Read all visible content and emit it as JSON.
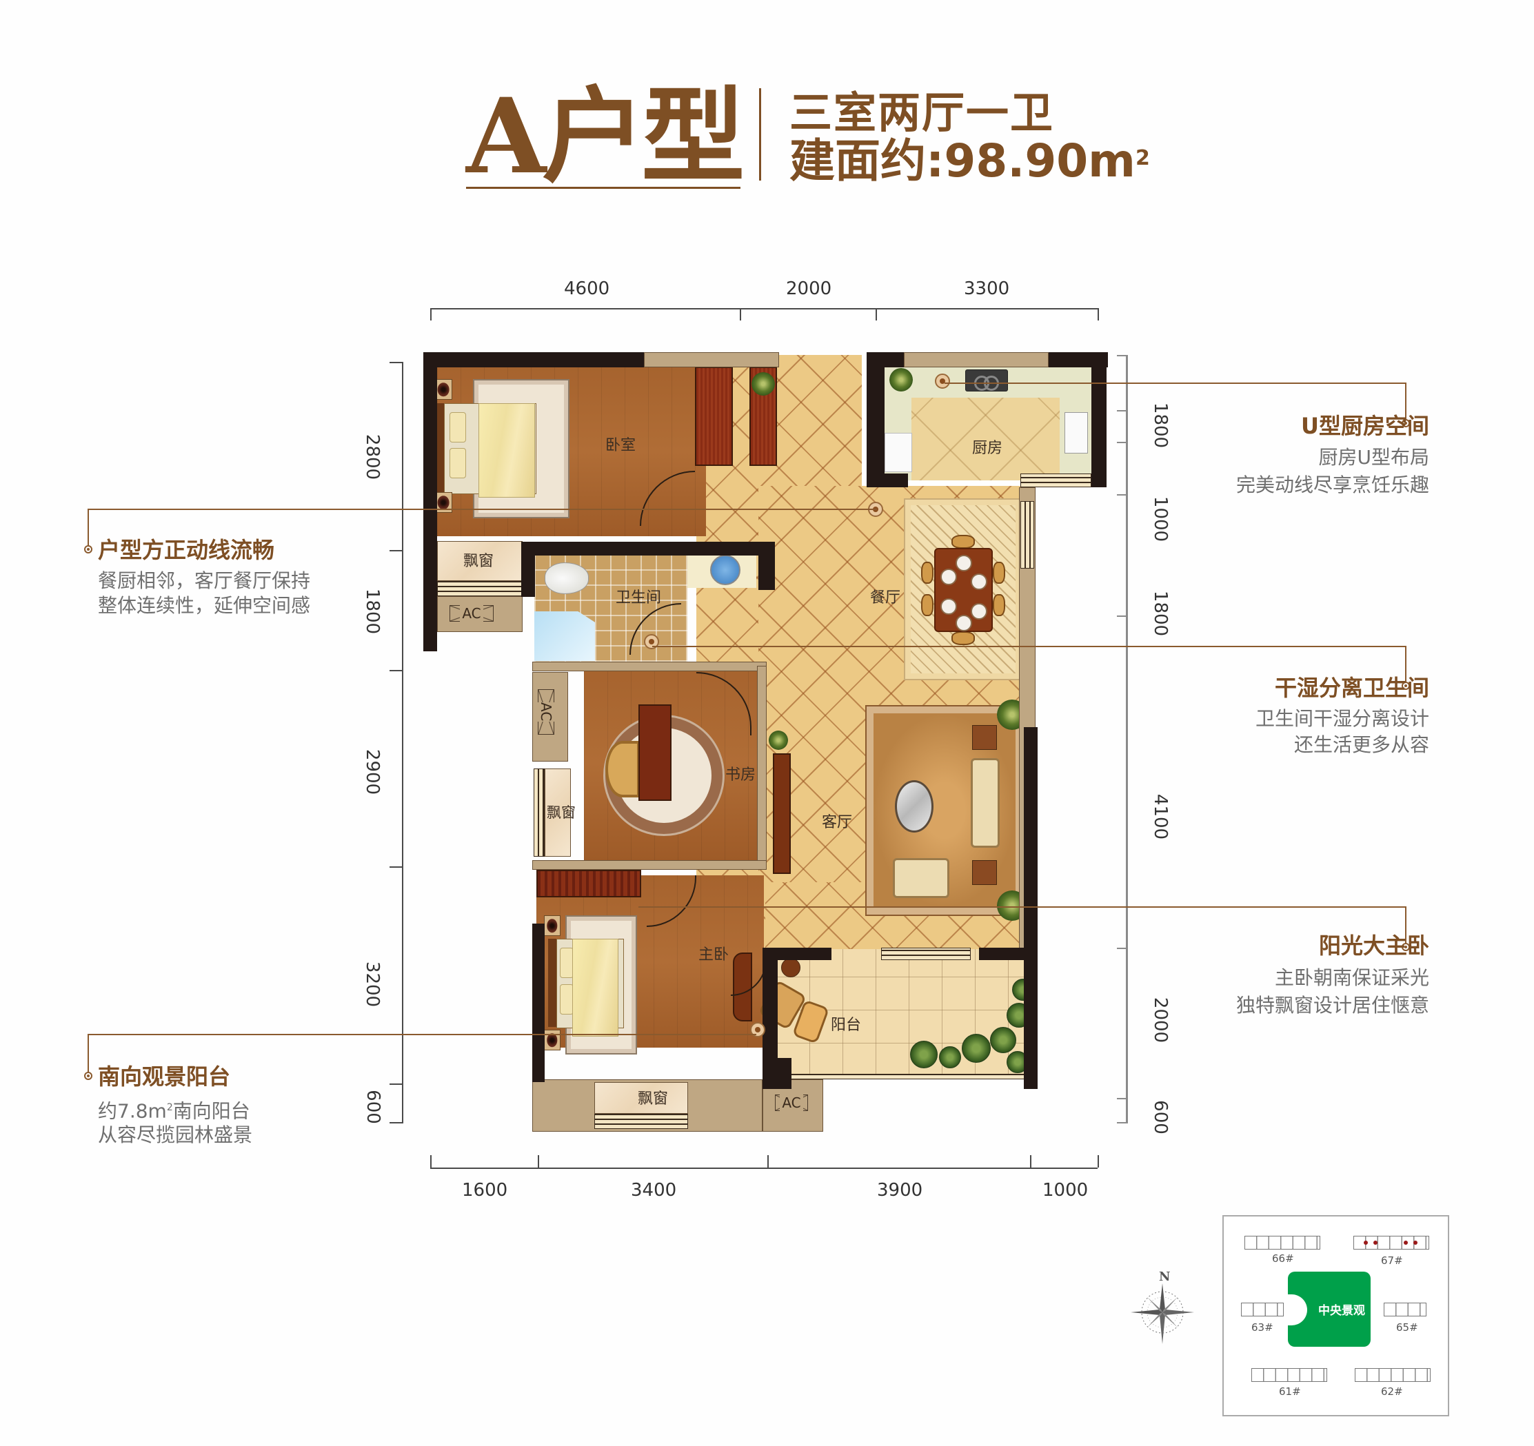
{
  "header": {
    "unit_type": "A户型",
    "layout": "三室两厅一卫",
    "area_label": "建面约:",
    "area_value": "98.90m",
    "area_unit_sup": "2"
  },
  "dimensions": {
    "top": [
      "4600",
      "2000",
      "3300"
    ],
    "bottom": [
      "1600",
      "3400",
      "3900",
      "1000"
    ],
    "left": [
      "2800",
      "1800",
      "2900",
      "3200",
      "600"
    ],
    "right": [
      "1800",
      "1000",
      "1800",
      "4100",
      "2000",
      "600"
    ]
  },
  "rooms": {
    "bedroom": "卧室",
    "bay_window_1": "飘窗",
    "ac_1": "AC",
    "bathroom": "卫生间",
    "kitchen": "厨房",
    "dining": "餐厅",
    "ac_2": "AC",
    "bay_window_2": "飘窗",
    "study": "书房",
    "living": "客厅",
    "master_bedroom": "主卧",
    "balcony": "阳台",
    "bay_window_3": "飘窗",
    "ac_3": "AC"
  },
  "annotations": {
    "left": [
      {
        "title": "户型方正动线流畅",
        "lines": [
          "餐厨相邻，客厅餐厅保持",
          "整体连续性，延伸空间感"
        ]
      },
      {
        "title": "南向观景阳台",
        "line1_prefix": "约7.8m",
        "line1_sup": "2",
        "line1_suffix": "南向阳台",
        "line2": "从容尽揽园林盛景"
      }
    ],
    "right": [
      {
        "title": "U型厨房空间",
        "lines": [
          "厨房U型布局",
          "完美动线尽享烹饪乐趣"
        ]
      },
      {
        "title": "干湿分离卫生间",
        "lines": [
          "卫生间干湿分离设计",
          "还生活更多从容"
        ]
      },
      {
        "title": "阳光大主卧",
        "lines": [
          "主卧朝南保证采光",
          "独特飘窗设计居住惬意"
        ]
      }
    ]
  },
  "site_plan": {
    "center_label": "中央景观",
    "center_color": "#00a04a",
    "buildings": [
      "66#",
      "67#",
      "63#",
      "65#",
      "61#",
      "62#"
    ],
    "highlight_building": "67#",
    "compass_label": "N"
  },
  "colors": {
    "brand_brown": "#7e4f24",
    "desc_gray": "#6f6f6f",
    "wall": "#231815"
  }
}
